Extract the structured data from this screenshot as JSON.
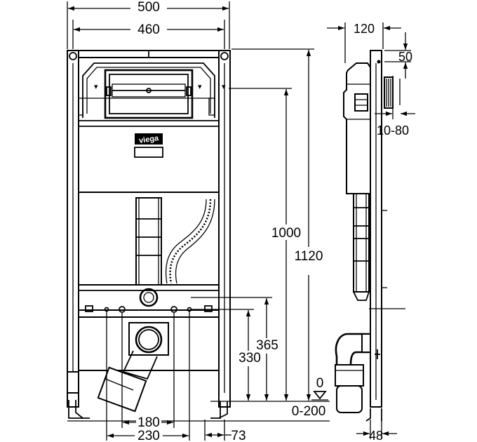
{
  "front_view": {
    "dim_width_overall": "500",
    "dim_width_inner": "460",
    "dim_height_1000": "1000",
    "dim_height_1120": "1120",
    "dim_height_365": "365",
    "dim_height_330": "330",
    "dim_spacing_180": "180",
    "dim_spacing_230": "230",
    "dim_foot_73": "73",
    "dim_floor_range": "0-200",
    "dim_floor_zero": "0",
    "logo_text": "viega"
  },
  "side_view": {
    "dim_depth_120": "120",
    "dim_offset_50": "50",
    "dim_wall_range": "10-80",
    "dim_foot_48": "48"
  }
}
